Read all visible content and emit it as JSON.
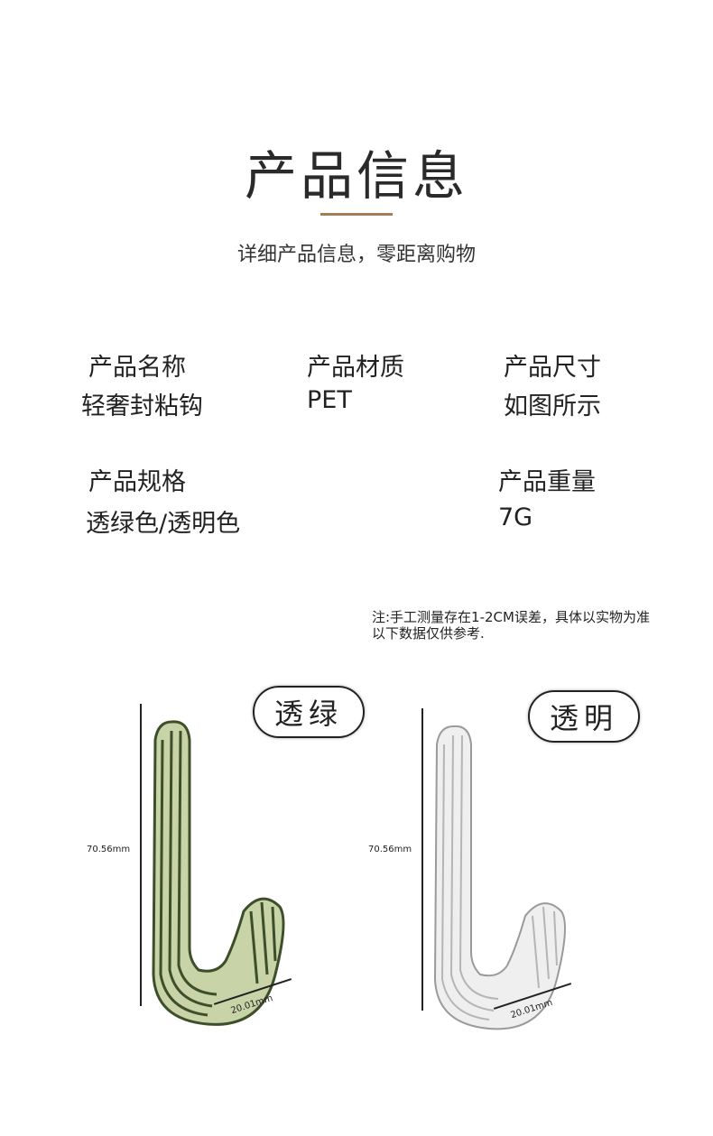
{
  "header": {
    "title": "产品信息",
    "subtitle": "详细产品信息，零距离购物"
  },
  "specs": [
    {
      "label": "产品名称",
      "value": "轻奢封粘钩"
    },
    {
      "label": "产品材质",
      "value": "PET"
    },
    {
      "label": "产品尺寸",
      "value": "如图所示"
    },
    {
      "label": "产品规格",
      "value": "透绿色/透明色"
    },
    {
      "label": "产品重量",
      "value": "7G"
    }
  ],
  "note": {
    "line1": "注:手工测量存在1-2CM误差，具体以实物为准",
    "line2": "以下数据仅供参考."
  },
  "variants": [
    {
      "tag": "透绿",
      "height": "70.56mm",
      "width": "20.01mm",
      "color": "#6f8a4a"
    },
    {
      "tag": "透明",
      "height": "70.56mm",
      "width": "20.01mm",
      "color": "#c8c8c8"
    }
  ],
  "colors": {
    "accent": "#a47e55"
  }
}
